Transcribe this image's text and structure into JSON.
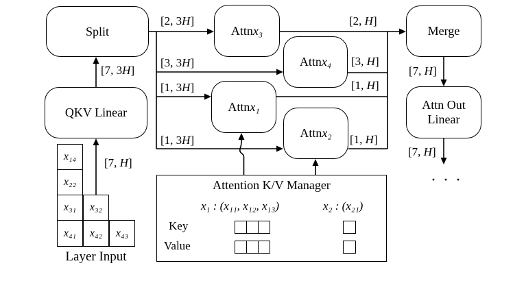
{
  "diagram": {
    "boxes": {
      "split": {
        "label": "Split"
      },
      "qkv": {
        "label": "QKV Linear"
      },
      "attn_x3": {
        "prefix": "Attn ",
        "var": "x₃"
      },
      "attn_x4": {
        "prefix": "Attn ",
        "var": "x₄"
      },
      "attn_x1": {
        "prefix": "Attn ",
        "var": "x₁"
      },
      "attn_x2": {
        "prefix": "Attn ",
        "var": "x₂"
      },
      "merge": {
        "label": "Merge"
      },
      "attn_out": {
        "line1": "Attn Out",
        "line2": "Linear"
      }
    },
    "edge_labels": {
      "qkv_to_split": {
        "a": "[7, 3",
        "b": "H",
        "c": "]"
      },
      "input_to_qkv": {
        "a": "[7, ",
        "b": "H",
        "c": "]"
      },
      "split_to_x3": {
        "a": "[2, 3",
        "b": "H",
        "c": "]"
      },
      "split_to_x4": {
        "a": "[3, 3",
        "b": "H",
        "c": "]"
      },
      "split_to_x1": {
        "a": "[1, 3",
        "b": "H",
        "c": "]"
      },
      "split_to_x2": {
        "a": "[1, 3",
        "b": "H",
        "c": "]"
      },
      "x3_to_merge": {
        "a": "[2, ",
        "b": "H",
        "c": "]"
      },
      "x4_out": {
        "a": "[3, ",
        "b": "H",
        "c": "]"
      },
      "x1_out": {
        "a": "[1, ",
        "b": "H",
        "c": "]"
      },
      "x2_out": {
        "a": "[1, ",
        "b": "H",
        "c": "]"
      },
      "merge_out": {
        "a": "[7, ",
        "b": "H",
        "c": "]"
      },
      "final_out": {
        "a": "[7, ",
        "b": "H",
        "c": "]"
      }
    },
    "layer_input": {
      "caption": "Layer Input",
      "cells": {
        "c14": "x₁₄",
        "c22": "x₂₂",
        "c31": "x₃₁",
        "c32": "x₃₂",
        "c41": "x₄₁",
        "c42": "x₄₂",
        "c43": "x₄₃"
      }
    },
    "kv_manager": {
      "title": "Attention K/V Manager",
      "entry_x1": "x₁ : (x₁₁, x₁₂, x₁₃)",
      "entry_x2": "x₂ : (x₂₁)",
      "key_label": "Key",
      "value_label": "Value"
    },
    "ellipsis": "· · ·",
    "colors": {
      "line": "#000000",
      "background": "#ffffff"
    }
  }
}
